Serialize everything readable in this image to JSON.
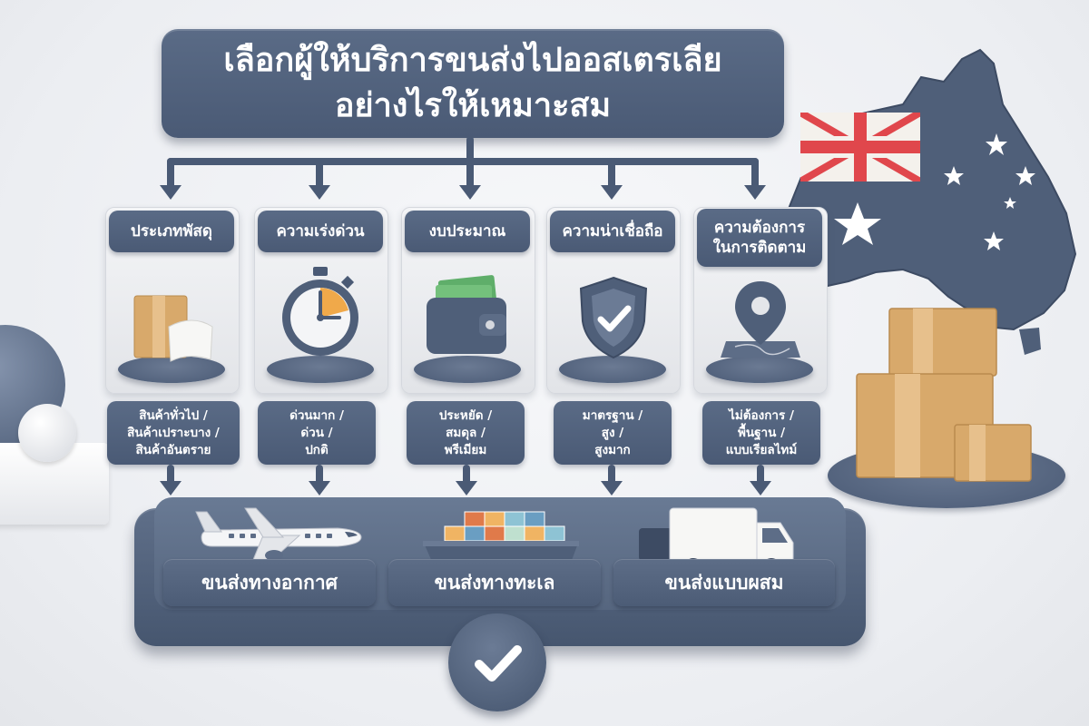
{
  "title": {
    "line1": "เลือกผู้ให้บริการขนส่งไปออสเตรเลีย",
    "line2": "อย่างไรให้เหมาะสม"
  },
  "factors": [
    {
      "label": "ประเภทพัสดุ",
      "icon": "parcel-box-icon",
      "options": [
        "สินค้าทั่วไป /",
        "สินค้าเปราะบาง /",
        "สินค้าอันตราย"
      ]
    },
    {
      "label": "ความเร่งด่วน",
      "icon": "stopwatch-icon",
      "options": [
        "ด่วนมาก /",
        "ด่วน /",
        "ปกติ"
      ]
    },
    {
      "label": "งบประมาณ",
      "icon": "wallet-icon",
      "options": [
        "ประหยัด /",
        "สมดุล /",
        "พรีเมียม"
      ]
    },
    {
      "label": "ความน่าเชื่อถือ",
      "icon": "shield-check-icon",
      "options": [
        "มาตรฐาน /",
        "สูง /",
        "สูงมาก"
      ]
    },
    {
      "label_line1": "ความต้องการ",
      "label_line2": "ในการติดตาม",
      "icon": "location-pin-icon",
      "options": [
        "ไม่ต้องการ /",
        "พื้นฐาน /",
        "แบบเรียลไทม์"
      ]
    }
  ],
  "modes": [
    {
      "label": "ขนส่งทางอากาศ",
      "icon": "airplane-icon"
    },
    {
      "label": "ขนส่งทางทะเล",
      "icon": "cargo-ship-icon"
    },
    {
      "label": "ขนส่งแบบผสม",
      "icon": "delivery-truck-icon"
    }
  ],
  "colors": {
    "primary": "#4a5a75",
    "flag_red": "#e0474c",
    "box_tan": "#d8a96b",
    "money_green": "#5fae6a",
    "stopwatch_orange": "#f0a94a"
  }
}
